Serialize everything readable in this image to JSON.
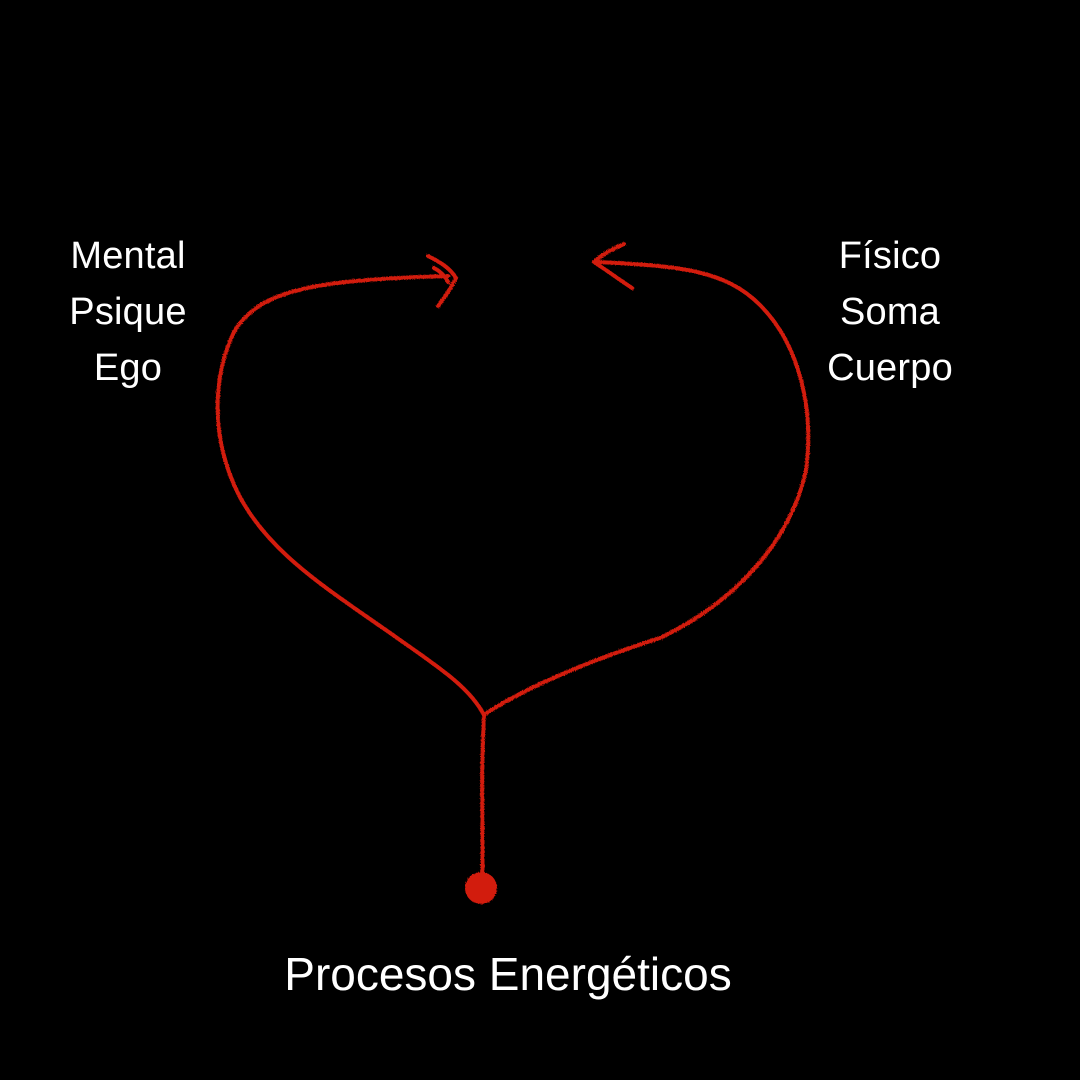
{
  "left_group": {
    "lines": [
      "Mental",
      "Psique",
      "Ego"
    ]
  },
  "right_group": {
    "lines": [
      "Físico",
      "Soma",
      "Cuerpo"
    ]
  },
  "bottom_label": "Procesos Energéticos",
  "colors": {
    "background": "#000000",
    "stroke": "#d21a10",
    "text": "#ffffff"
  }
}
